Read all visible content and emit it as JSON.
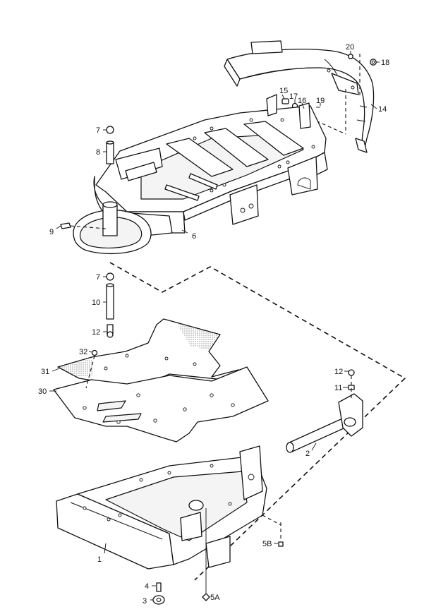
{
  "callouts": {
    "c1": "1",
    "c2": "2",
    "c3": "3",
    "c4": "4",
    "c5a": "5A",
    "c5b": "5B",
    "c6": "6",
    "c7a": "7",
    "c7b": "7",
    "c8": "8",
    "c9": "9",
    "c10": "10",
    "c11": "11",
    "c12a": "12",
    "c12b": "12",
    "c14": "14",
    "c15": "15",
    "c16": "16",
    "c17": "17",
    "c18": "18",
    "c19": "19",
    "c20": "20",
    "c30": "30",
    "c31": "31",
    "c32": "32"
  }
}
